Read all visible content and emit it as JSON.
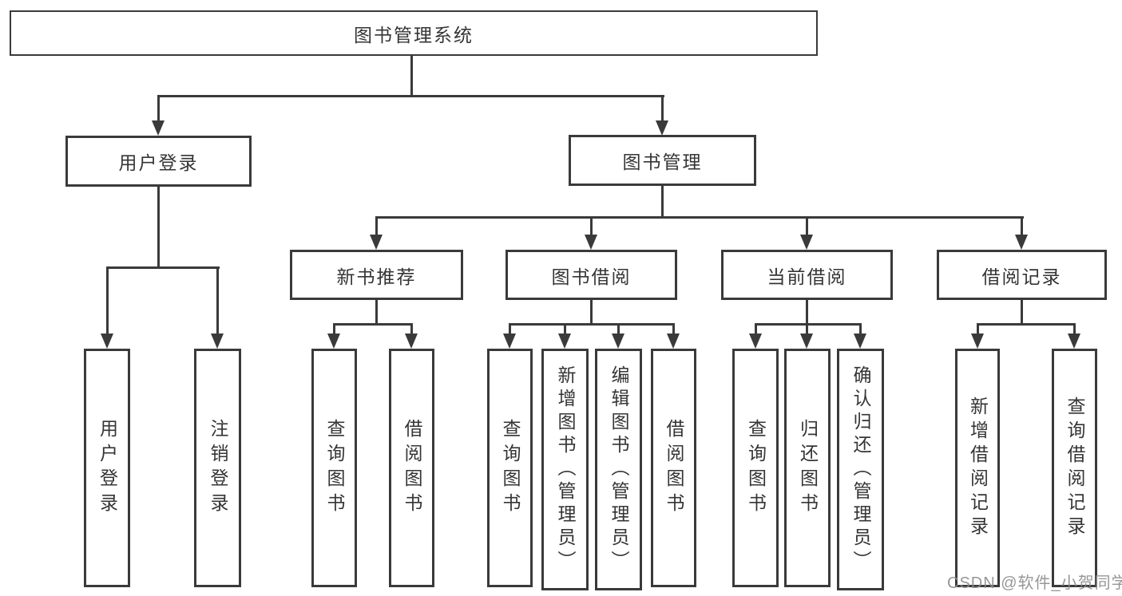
{
  "diagram": {
    "nodes": {
      "root": "图书管理系统",
      "user_login": "用户登录",
      "book_management": "图书管理",
      "new_book_recommend": "新书推荐",
      "book_borrow": "图书借阅",
      "current_borrow": "当前借阅",
      "borrow_records": "借阅记录",
      "leaf_user_login": "用户登录",
      "leaf_logout": "注销登录",
      "rec_query_book": "查询图书",
      "rec_borrow_book": "借阅图书",
      "bb_query_book": "查询图书",
      "bb_add_book": "新增图书（管理员）",
      "bb_edit_book": "编辑图书（管理员）",
      "bb_borrow_book": "借阅图书",
      "cb_query_book": "查询图书",
      "cb_return_book": "归还图书",
      "cb_confirm_return": "确认归还（管理员）",
      "br_add_record": "新增借阅记录",
      "br_query_record": "查询借阅记录"
    },
    "watermark": "CSDN @软件_小贺同学",
    "colors": {
      "line": "#3a3a3a",
      "text": "#353535",
      "box_background": "#ffffff",
      "page_background": "#ffffff",
      "watermark": "#8c8c8c"
    }
  }
}
